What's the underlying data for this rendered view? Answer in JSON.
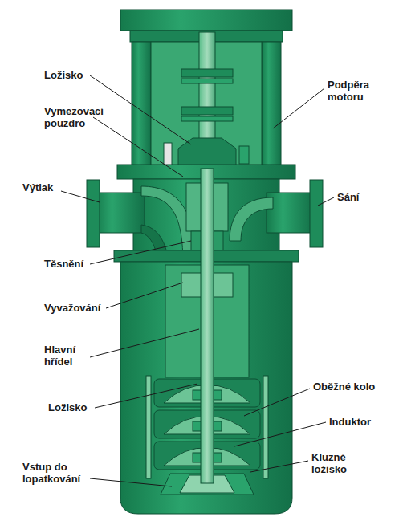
{
  "diagram": {
    "labels": [
      "Ložisko",
      "Podpěra motoru",
      "Vymezovací pouzdro",
      "Výtlak",
      "Sání",
      "Těsnění",
      "Vyvažování",
      "Hlavní hřídel",
      "Ložisko",
      "Oběžné kolo",
      "Induktor",
      "Kluzné ložisko",
      "Vstup do lopatkování"
    ]
  }
}
